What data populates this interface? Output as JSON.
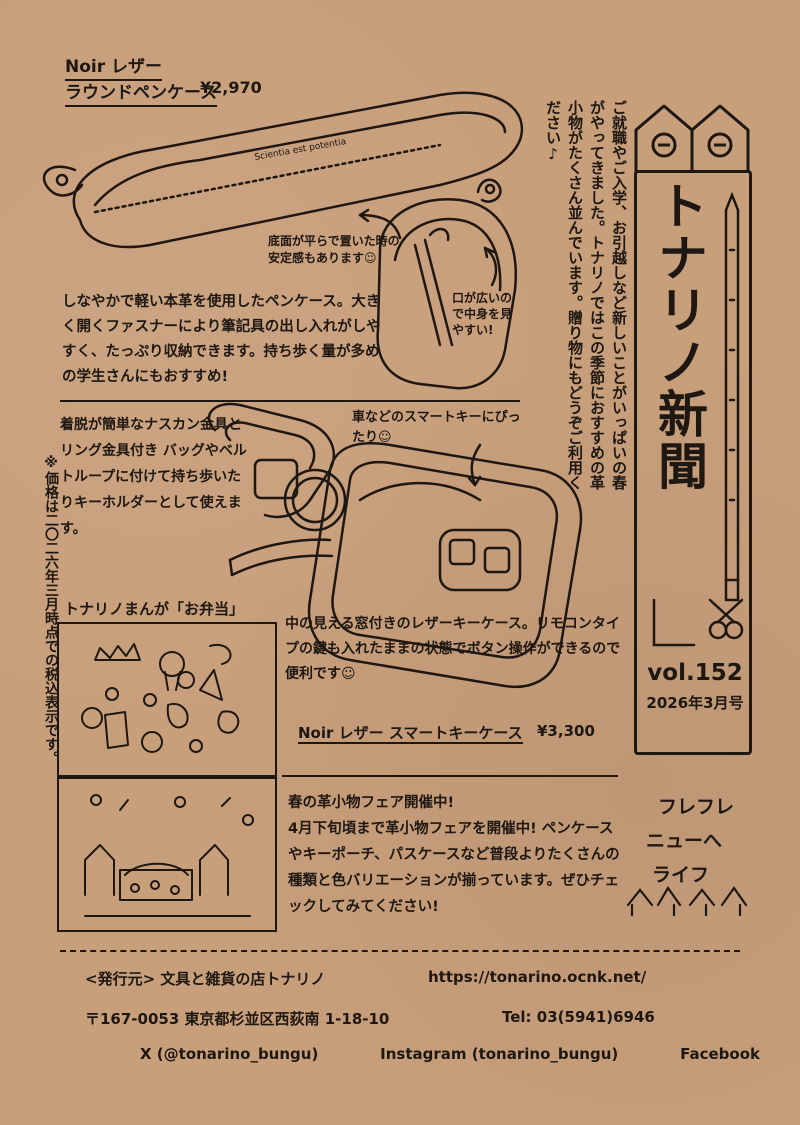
{
  "products": {
    "pen_case": {
      "name_line1": "Noir レザー",
      "name_line2": "ラウンドペンケース",
      "price": "¥2,970",
      "case_print": "Scientia est potentia",
      "note_bottom": "底面が平らで置いた時の安定感もあります☺",
      "note_open": "口が広いので中身を見やすい!",
      "desc": "しなやかで軽い本革を使用したペンケース。大きく開くファスナーにより筆記具の出し入れがしやすく、たっぷり収納できます。持ち歩く量が多めの学生さんにもおすすめ!"
    },
    "key_case": {
      "features": "着脱が簡単なナスカン金具とリング金具付き バッグやベルトループに付けて持ち歩いたりキーホルダーとして使えます。",
      "note_fit": "車などのスマートキーにぴったり☺",
      "desc": "中の見える窓付きのレザーキーケース。リモコンタイプの鍵も入れたままの状態でボタン操作ができるので便利です☺",
      "name": "Noir レザー スマートキーケース",
      "price": "¥3,300"
    }
  },
  "intro": "ご就職やご入学、お引越しなど新しいことがいっぱいの春がやってきました。トナリノではこの季節におすすめの革小物がたくさん並んでいます。贈り物にもどうぞご利用ください♪",
  "tax_note": "※価格は二〇二六年三月時点での税込表示です。",
  "masthead": {
    "title": "トナリノ新聞",
    "vol": "vol.152",
    "date": "2026年3月号"
  },
  "furefure": {
    "line1": "フレフレ",
    "line2": "ニューへ",
    "line3": "ライフ"
  },
  "manga": {
    "title": "トナリノまんが「お弁当」"
  },
  "fair": {
    "title": "春の革小物フェア開催中!",
    "body": "4月下旬頃まで革小物フェアを開催中! ペンケースやキーポーチ、パスケースなど普段よりたくさんの種類と色バリエーションが揃っています。ぜひチェックしてみてください!"
  },
  "footer": {
    "publisher": "<発行元> 文具と雑貨の店トナリノ",
    "url": "https://tonarino.ocnk.net/",
    "address": "〒167-0053 東京都杉並区西荻南 1-18-10",
    "tel": "Tel: 03(5941)6946",
    "x": "X (@tonarino_bungu)",
    "instagram": "Instagram (tonarino_bungu)",
    "facebook": "Facebook"
  }
}
